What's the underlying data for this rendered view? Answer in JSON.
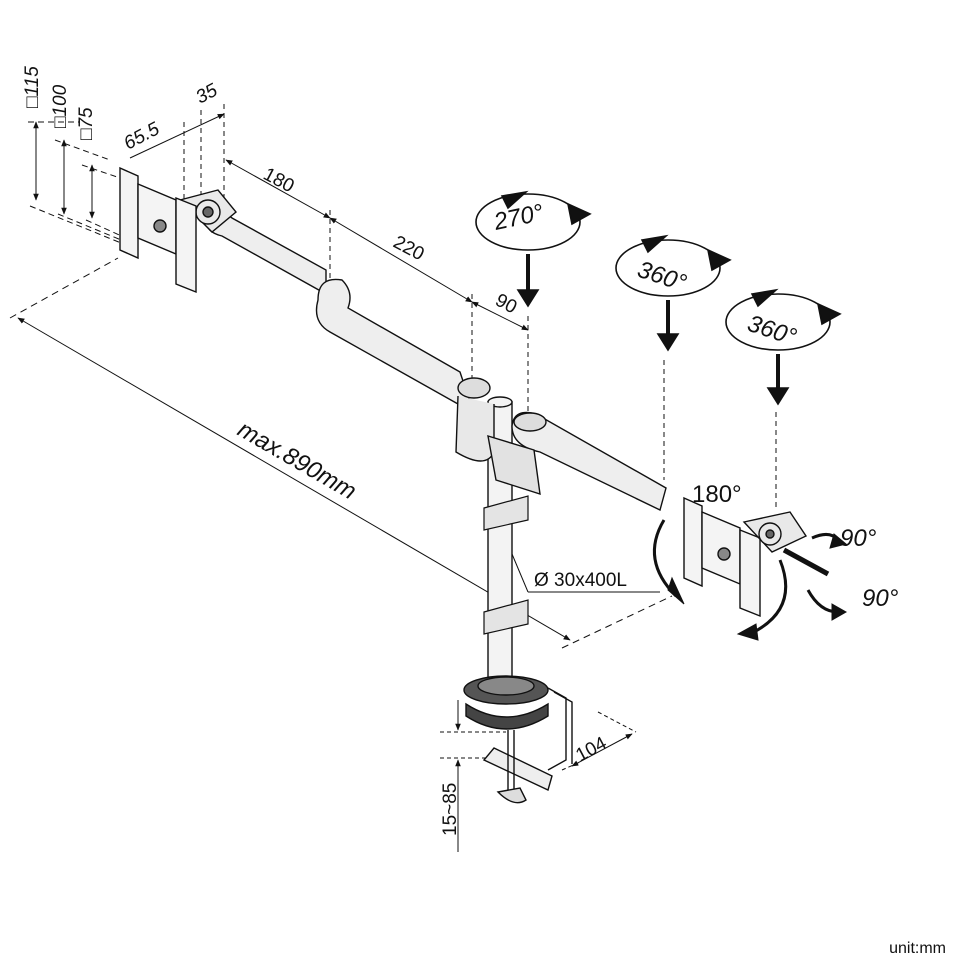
{
  "dims": {
    "vesa_115": "□115",
    "vesa_100": "□100",
    "vesa_75": "□75",
    "d_65_5": "65.5",
    "d_35": "35",
    "d_180": "180",
    "d_220": "220",
    "d_90": "90",
    "d_max": "max.890mm",
    "d_pole": "Ø 30x400L",
    "d_104": "104",
    "d_clamp": "15~85"
  },
  "rotations": {
    "r270": "270°",
    "r360a": "360°",
    "r360b": "360°",
    "r180": "180°",
    "tilt_up": "90°",
    "tilt_down": "90°"
  },
  "unit": "unit:mm",
  "colors": {
    "line": "#111111",
    "part_fill": "#ededed",
    "dark": "#333333"
  }
}
